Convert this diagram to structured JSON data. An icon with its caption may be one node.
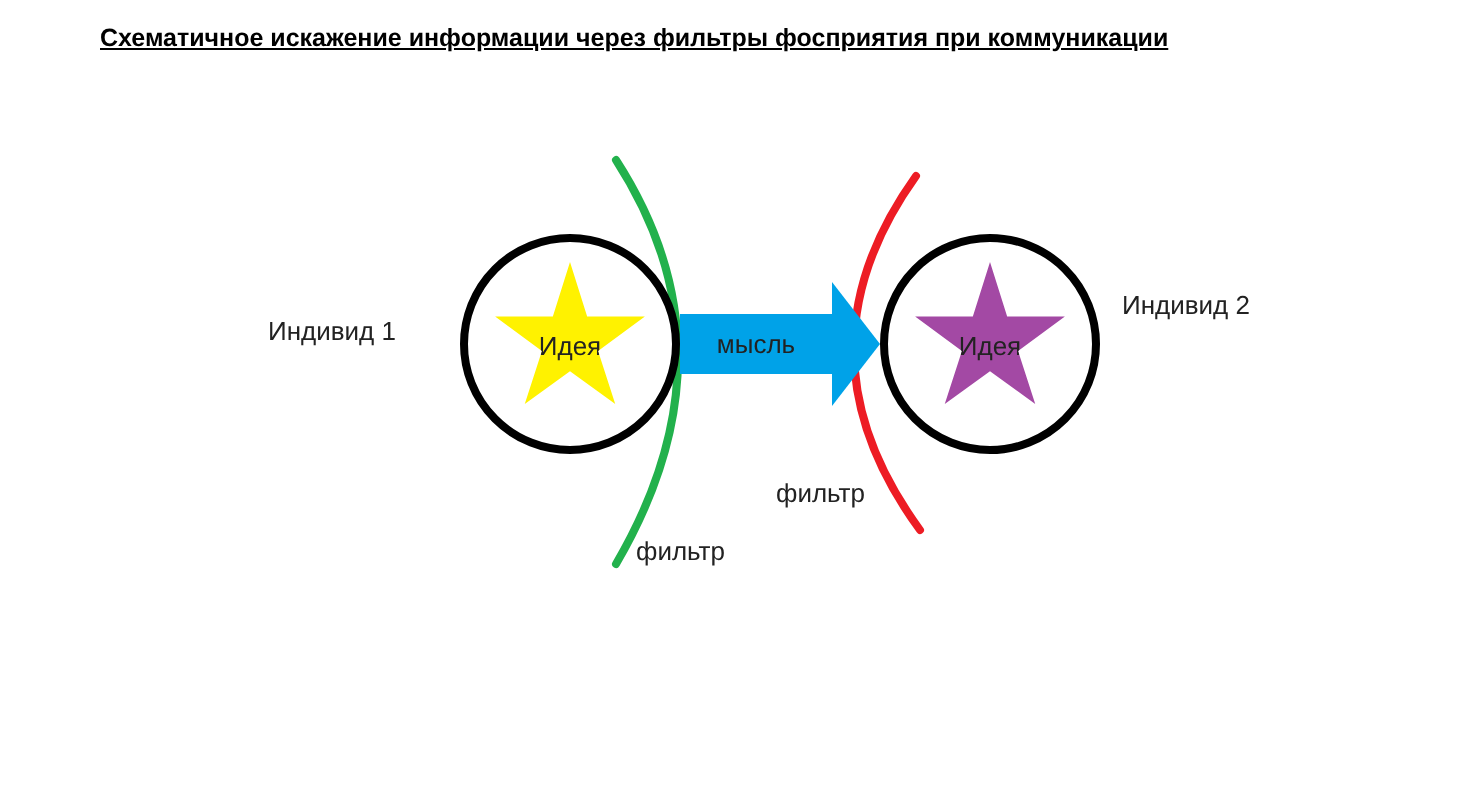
{
  "diagram": {
    "title": "Схематичное искажение информации через фильтры фосприятия при коммуникации",
    "nodes": [
      {
        "text": [],
        "shape": "circle",
        "beside": [
          "Индивид 1"
        ]
      },
      {
        "text": [
          "Идея"
        ],
        "in": 0
      },
      {
        "text": [],
        "shape": "circle",
        "beside": [
          "Индивид 2"
        ]
      },
      {
        "text": [
          "Идея"
        ],
        "in": 2
      }
    ],
    "edges": [
      {
        "from": 0,
        "to": 2,
        "arrow": "to",
        "label": "мысль",
        "color": "#00a2e8"
      }
    ],
    "labels": [
      "фильтр",
      "фильтр"
    ]
  }
}
